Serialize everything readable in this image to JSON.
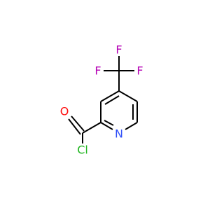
{
  "molecule": {
    "atoms": {
      "fluorine_top": {
        "symbol": "F",
        "color": "#b400b4"
      },
      "fluorine_left": {
        "symbol": "F",
        "color": "#b400b4"
      },
      "fluorine_right": {
        "symbol": "F",
        "color": "#b400b4"
      },
      "oxygen": {
        "symbol": "O",
        "color": "#ff0d0d"
      },
      "nitrogen": {
        "symbol": "N",
        "color": "#3050f8"
      },
      "chlorine": {
        "symbol": "Cl",
        "color": "#1fb51f"
      }
    },
    "bond_color": "#000000"
  }
}
